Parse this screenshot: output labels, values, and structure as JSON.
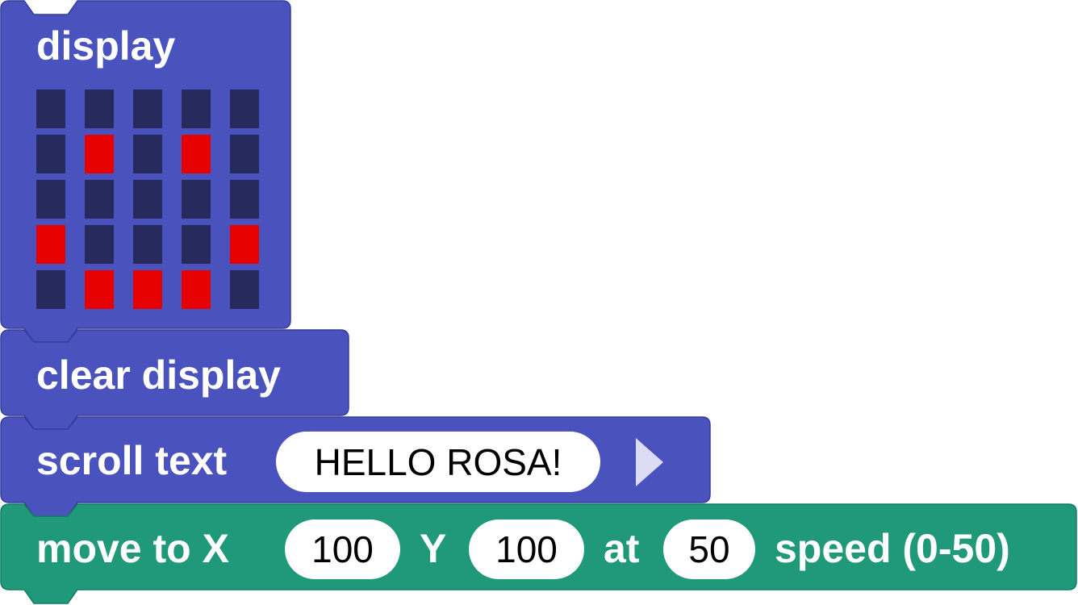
{
  "colors": {
    "looks_block": "#4a52be",
    "looks_block_border": "#363c9a",
    "motion_block": "#20987a",
    "motion_block_border": "#157a62",
    "led_off": "#262a5c",
    "led_on": "#e60000",
    "field_bg": "#ffffff",
    "arrow": "#dcdcf5"
  },
  "display_block": {
    "label": "display",
    "grid": [
      [
        0,
        0,
        0,
        0,
        0
      ],
      [
        0,
        1,
        0,
        1,
        0
      ],
      [
        0,
        0,
        0,
        0,
        0
      ],
      [
        1,
        0,
        0,
        0,
        1
      ],
      [
        0,
        1,
        1,
        1,
        0
      ]
    ]
  },
  "clear_display_block": {
    "label": "clear  display"
  },
  "scroll_text_block": {
    "label": "scroll  text",
    "value": "HELLO ROSA!",
    "arrow_icon": "play-triangle-icon"
  },
  "move_block": {
    "label_move": "move  to  X",
    "x_value": "100",
    "label_y": "Y",
    "y_value": "100",
    "label_at": "at",
    "speed_value": "50",
    "label_speed": "speed  (0-50)"
  }
}
